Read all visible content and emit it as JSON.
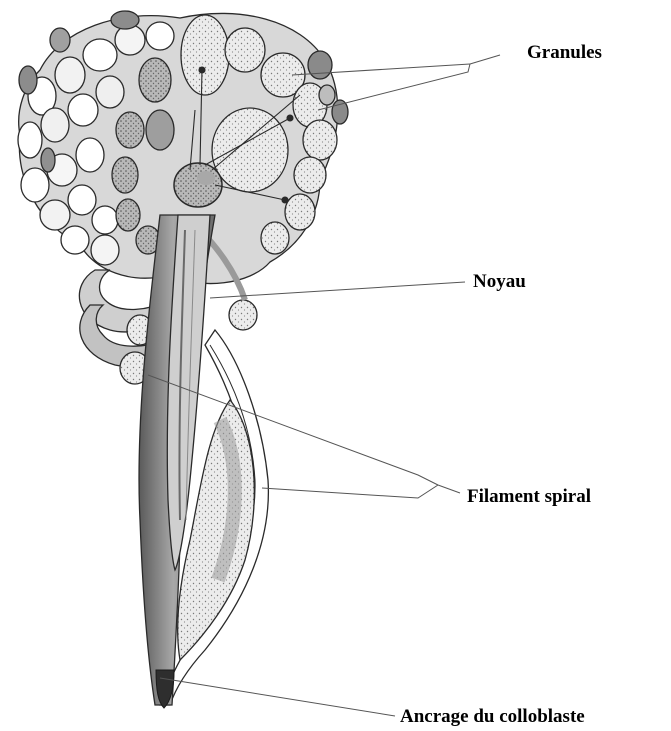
{
  "labels": {
    "granules": "Granules",
    "noyau": "Noyau",
    "filament_spiral": "Filament spiral",
    "ancrage": "Ancrage du colloblaste"
  },
  "colors": {
    "outline": "#2a2a2a",
    "light_fill": "#ececec",
    "mid_fill": "#c4c4c4",
    "dark_fill": "#8c8c8c",
    "darkest_fill": "#3a3a3a",
    "leader_line": "#555555"
  }
}
